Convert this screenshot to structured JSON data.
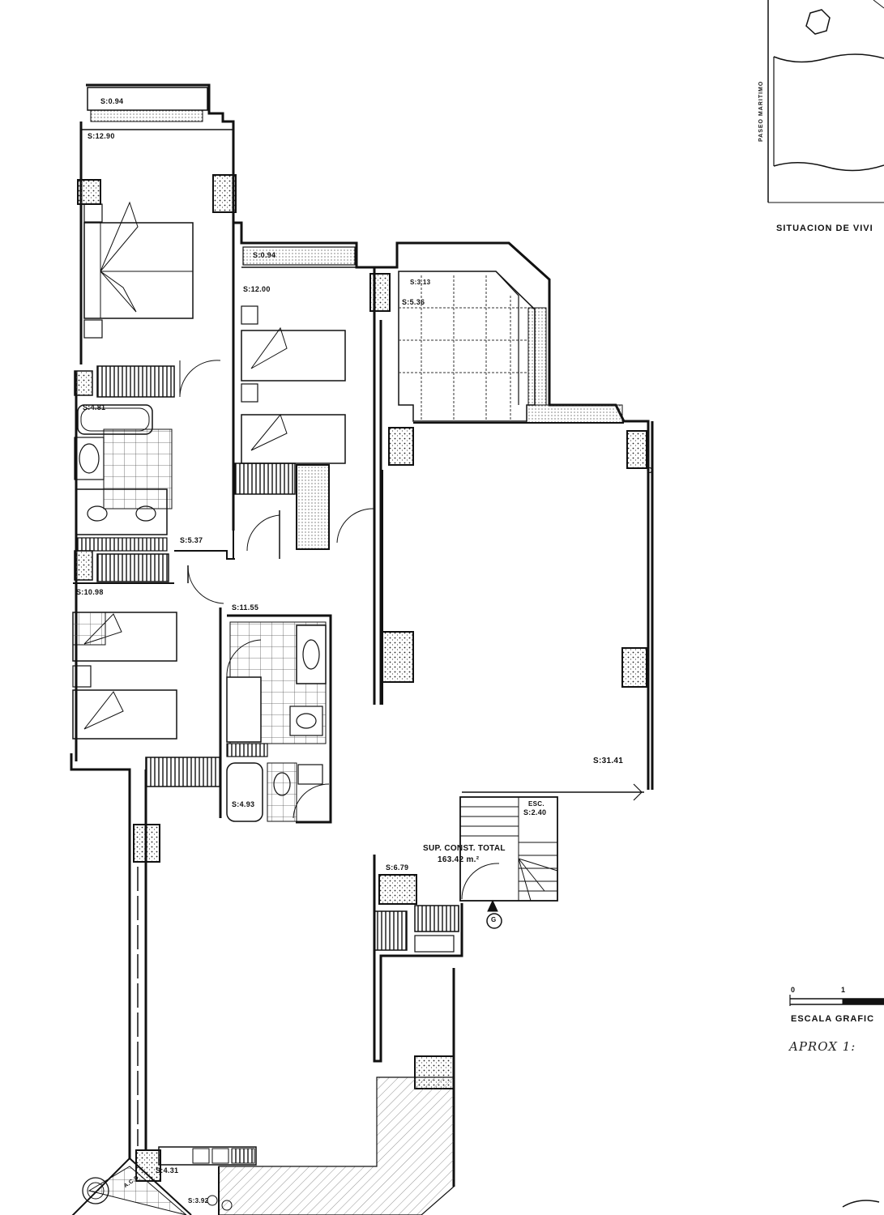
{
  "plan": {
    "rooms": [
      {
        "id": "terrace-top-left",
        "label": "S:0.94"
      },
      {
        "id": "bedroom-master",
        "label": "S:12.90"
      },
      {
        "id": "terrace-mid",
        "label": "S:0.94"
      },
      {
        "id": "bedroom-twin",
        "label": "S:12.00"
      },
      {
        "id": "bathroom-1",
        "label": "S:4.81"
      },
      {
        "id": "hallway",
        "label": "S:5.37"
      },
      {
        "id": "bedroom-third",
        "label": "S:10.98"
      },
      {
        "id": "bathroom-2",
        "label": "S:11.55"
      },
      {
        "id": "bathroom-3",
        "label": "S:4.93"
      },
      {
        "id": "living-room",
        "label": "S:31.41"
      },
      {
        "id": "terrace-covered",
        "label": "S:5.36"
      },
      {
        "id": "terrace-small",
        "label": "S:3.13"
      },
      {
        "id": "stairs",
        "label": "S:2.40"
      },
      {
        "id": "entry",
        "label": "S:6.79"
      },
      {
        "id": "kitchen",
        "label": "S:4.31"
      },
      {
        "id": "laundry",
        "label": "S:3.92"
      }
    ],
    "stair_tag": "ESC.",
    "total_area_title": "SUP. CONST. TOTAL",
    "total_area_value": "163.42 m.²",
    "entrance_marker": "G",
    "corner_marker": "C",
    "acs_label": "A.C.S",
    "location": {
      "street": "PASEO MARITIMO",
      "caption": "SITUACION DE VIVI"
    },
    "scale": {
      "tick_0": "0",
      "tick_1": "1",
      "caption": "ESCALA GRAFIC",
      "handwritten": "APROX 1:"
    }
  }
}
